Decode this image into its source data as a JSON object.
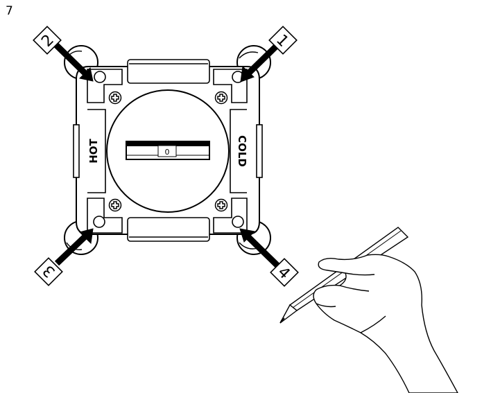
{
  "step_number": "7",
  "thermostat": {
    "left_label": "HOT",
    "right_label": "COLD",
    "dial_value": "0"
  },
  "markers": [
    {
      "id": "1",
      "label": "1"
    },
    {
      "id": "2",
      "label": "2"
    },
    {
      "id": "3",
      "label": "3"
    },
    {
      "id": "4",
      "label": "4"
    }
  ],
  "icons": {
    "screw": "phillips-screw-icon",
    "hand": "hand-with-pencil-icon"
  }
}
